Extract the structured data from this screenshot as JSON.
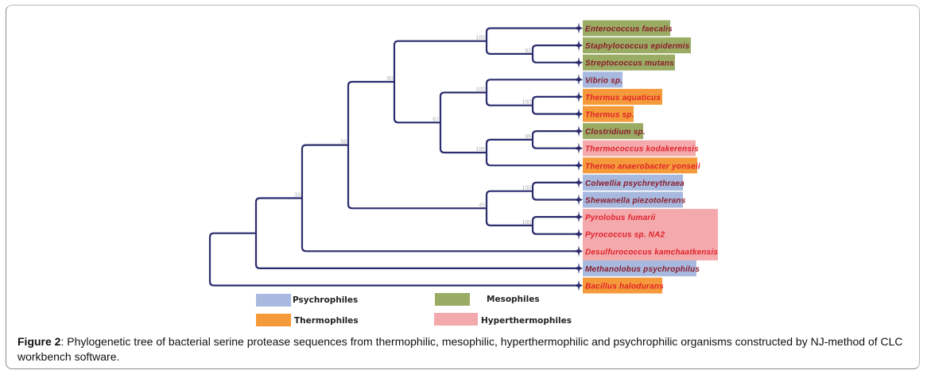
{
  "colors": {
    "branch": "#2c2c6e",
    "psychrophiles": "#a7b9de",
    "mesophiles": "#9aac64",
    "thermophiles": "#f59a3a",
    "hyperthermophiles": "#f4a9ac",
    "label_text_dark": "#8b1a2a",
    "label_text_red": "#e0222a"
  },
  "tree": {
    "leaves": [
      {
        "name": "Enterococcus faecalis",
        "group": "mesophiles"
      },
      {
        "name": "Staphylococcus epidermis",
        "group": "mesophiles"
      },
      {
        "name": "Streptococcus mutans",
        "group": "mesophiles"
      },
      {
        "name": "Vibrio sp.",
        "group": "psychrophiles"
      },
      {
        "name": "Thermus aquaticus",
        "group": "thermophiles"
      },
      {
        "name": "Thermus sp.",
        "group": "thermophiles"
      },
      {
        "name": "Clostridium sp.",
        "group": "mesophiles"
      },
      {
        "name": "Thermococcus kodakerensis",
        "group": "hyperthermophiles"
      },
      {
        "name": "Thermo anaerobacter yonseii",
        "group": "thermophiles"
      },
      {
        "name": "Colwellia psychreythraea",
        "group": "psychrophiles"
      },
      {
        "name": "Shewanella piezotolerans",
        "group": "psychrophiles"
      },
      {
        "name": "Pyrolobus fumarii",
        "group": "hyperthermophiles"
      },
      {
        "name": "Pyrococcus sp. NA2",
        "group": "hyperthermophiles"
      },
      {
        "name": "Desulfurococcus kamchaatkensis",
        "group": "hyperthermophiles"
      },
      {
        "name": "Methanolobus psychrophilus",
        "group": "psychrophiles"
      },
      {
        "name": "Bacillus halodurans",
        "group": "thermophiles"
      }
    ],
    "bootstrap": {
      "n_staph_strep": "92",
      "n_entero_clade": "100",
      "n_thermus": "100",
      "n_vibrio_thermus": "100",
      "n_clost_thermococcus": "96",
      "n_clost_clade": "100",
      "n_mid": "67",
      "n_upper": "90",
      "n_colw_shew": "100",
      "n_pyro": "100",
      "n_psy_hyper": "45",
      "n_big": "58",
      "n_desulf": "33"
    }
  },
  "legend": [
    {
      "label": "Psychrophiles",
      "group": "psychrophiles"
    },
    {
      "label": "Mesophiles",
      "group": "mesophiles"
    },
    {
      "label": "Thermophiles",
      "group": "thermophiles"
    },
    {
      "label": "Hyperthermophiles",
      "group": "hyperthermophiles"
    }
  ],
  "caption": {
    "label": "Figure 2",
    "text": ": Phylogenetic tree of bacterial serine protease sequences from thermophilic, mesophilic, hyperthermophilic and psychrophilic organisms constructed by NJ-method of CLC workbench software."
  }
}
